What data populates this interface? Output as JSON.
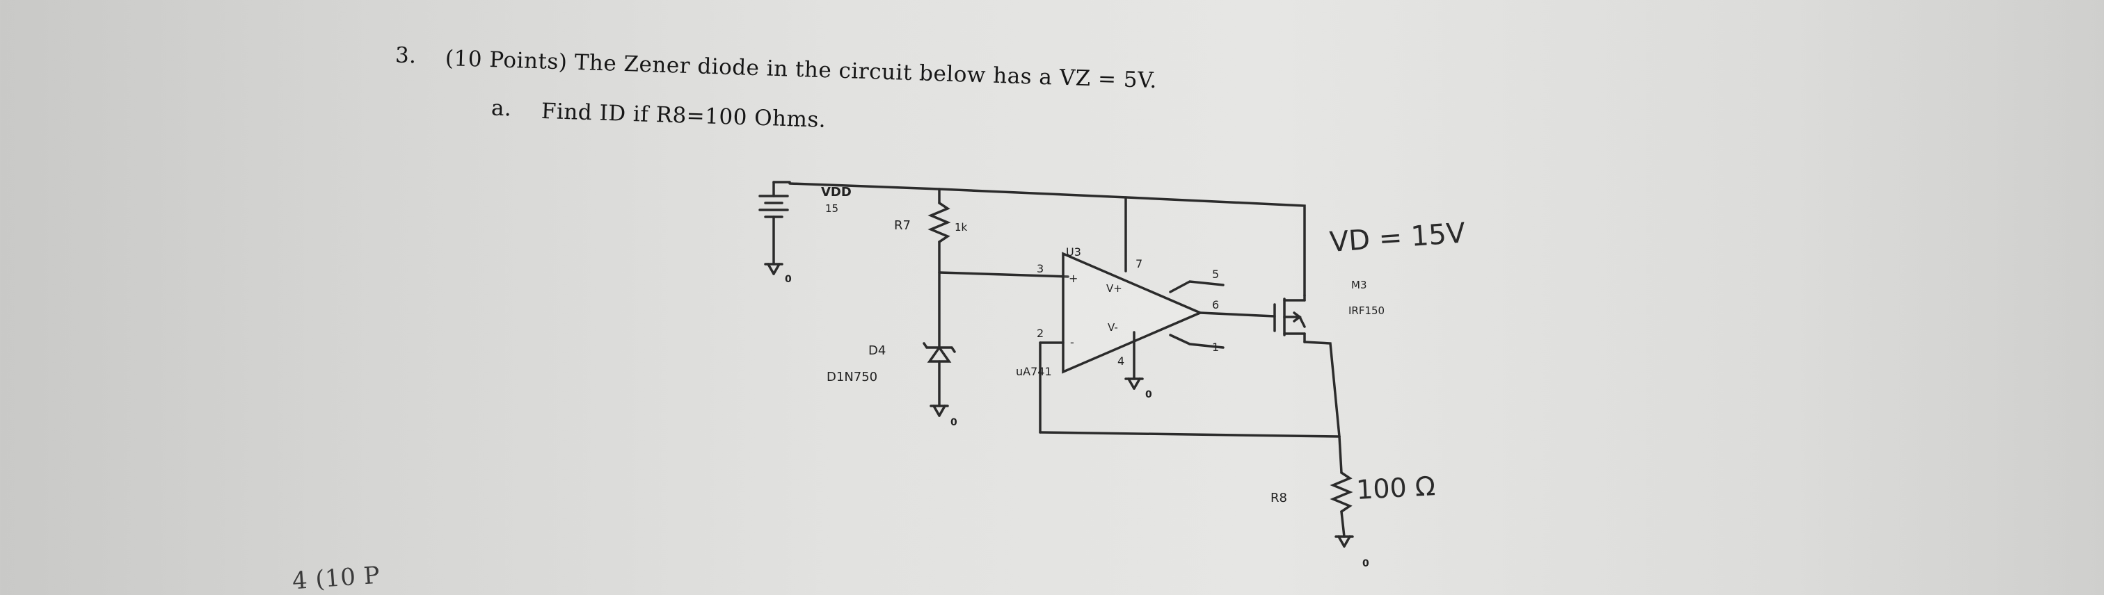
{
  "question": {
    "number": "3.",
    "stem": "(10 Points) The Zener diode in the circuit below has a VZ = 5V.",
    "part_letter": "a.",
    "part_text": "Find ID if R8=100 Ohms.",
    "next_question_fragment": "4    (10 P"
  },
  "circuit": {
    "vdd_name": "VDD",
    "vdd_value": "15",
    "r7_name": "R7",
    "r7_value": "1k",
    "d4_name": "D4",
    "d4_part": "D1N750",
    "u3_name": "U3",
    "u3_part": "uA741",
    "pin3": "3",
    "pin2": "2",
    "pin7": "7",
    "pin4": "4",
    "pin5": "5",
    "pin6": "6",
    "pin1": "1",
    "plus_sign": "+",
    "minus_sign": "-",
    "vplus_label": "V+",
    "vminus_label": "V-",
    "m3_name": "M3",
    "m3_part": "IRF150",
    "r8_name": "R8",
    "ground_label": "0",
    "handwritten_vd": "VD = 15V",
    "handwritten_r8": "100 Ω"
  }
}
